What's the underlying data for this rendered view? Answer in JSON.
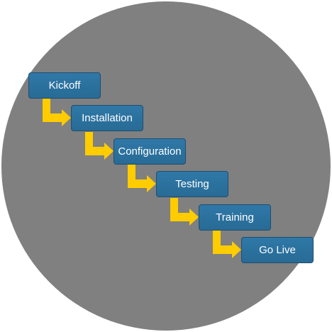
{
  "steps": [
    {
      "label": "Kickoff"
    },
    {
      "label": "Installation"
    },
    {
      "label": "Configuration"
    },
    {
      "label": "Testing"
    },
    {
      "label": "Training"
    },
    {
      "label": "Go Live"
    }
  ],
  "colors": {
    "background_circle": "#808080",
    "step_fill": "#2e75a5",
    "step_border": "#1f4e6e",
    "step_text": "#ffffff",
    "arrow": "#ffcc00"
  }
}
